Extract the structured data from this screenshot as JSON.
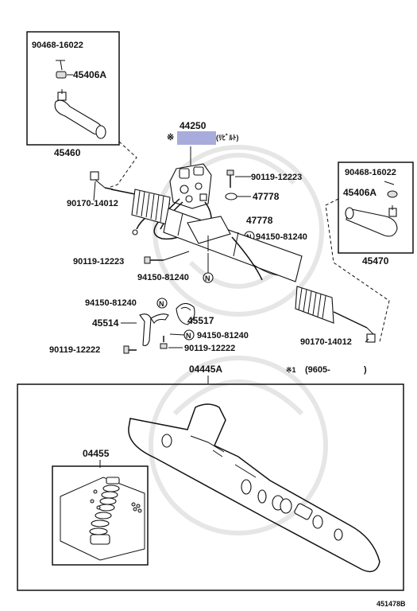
{
  "labels": {
    "p90468_a": "90468-16022",
    "p45406a_a": "45406A",
    "p45460": "45460",
    "p44250": "44250",
    "ref_mark": "※",
    "rebuilt": "(ﾘﾋﾞﾙﾄ)",
    "p90119_12223_a": "90119-12223",
    "p47778_a": "47778",
    "p90170_14012_a": "90170-14012",
    "p47778_b": "47778",
    "p94150_81240_a": "94150-81240",
    "p90119_12223_b": "90119-12223",
    "p94150_81240_b": "94150-81240",
    "p90468_b": "90468-16022",
    "p45406a_b": "45406A",
    "p45470": "45470",
    "p94150_81240_c": "94150-81240",
    "p45517": "45517",
    "p45514": "45514",
    "p94150_81240_d": "94150-81240",
    "p90119_12222_a": "90119-12222",
    "p90119_12222_b": "90119-12222",
    "p90170_14012_b": "90170-14012",
    "p04445a": "04445A",
    "note_prefix": "※1",
    "note_date": "(9605-",
    "note_close": ")",
    "p04455": "04455",
    "n_mark": "N",
    "diagram_id": "451478B"
  },
  "colors": {
    "highlight": "#a7acdc"
  }
}
